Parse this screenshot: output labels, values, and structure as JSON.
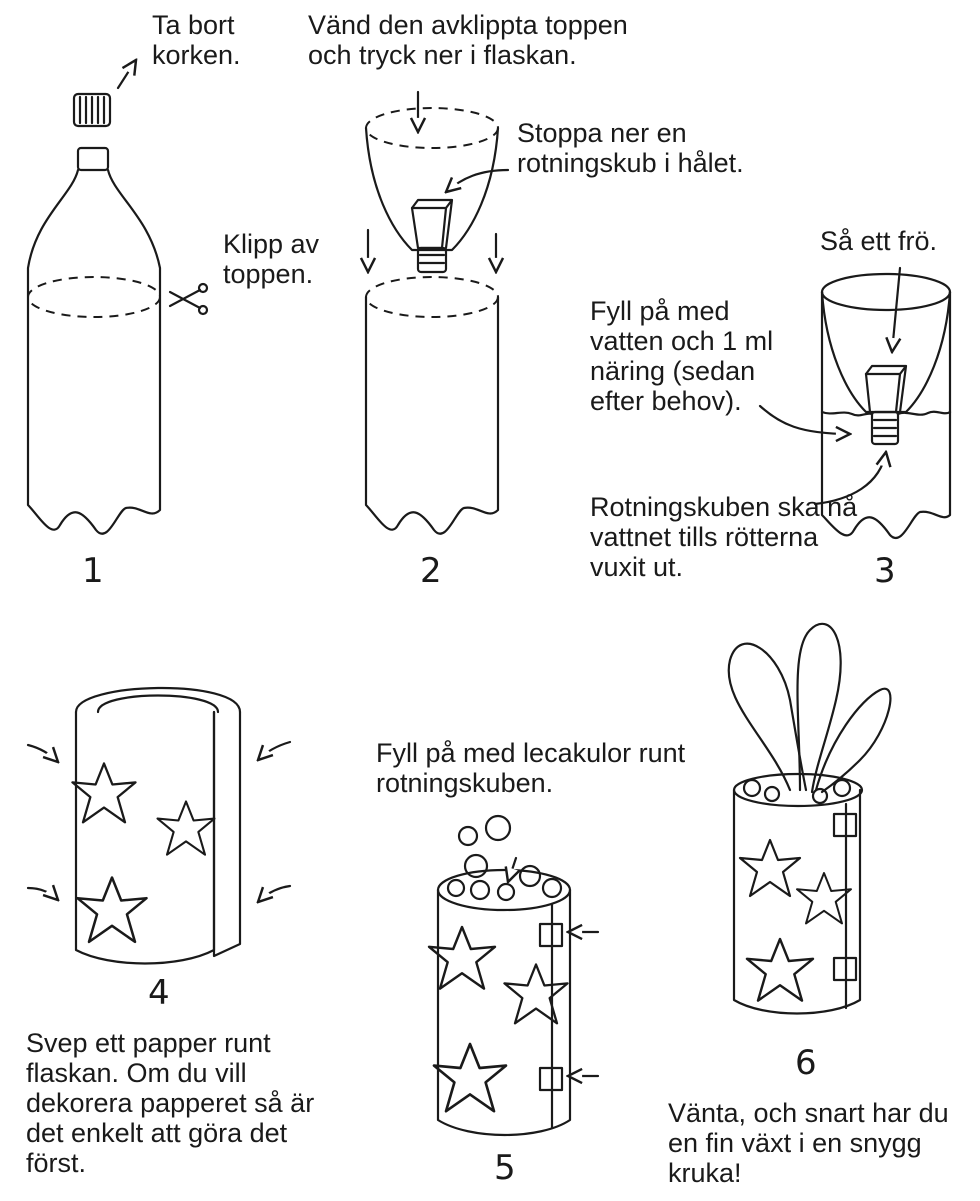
{
  "steps": [
    {
      "number": "1",
      "labels": [
        "Ta bort korken.",
        "Klipp av toppen."
      ]
    },
    {
      "number": "2",
      "labels": [
        "Vänd den avklippta toppen och tryck ner i flaskan.",
        "Stoppa ner en rotningskub i hålet."
      ]
    },
    {
      "number": "3",
      "labels": [
        "Så ett frö.",
        "Fyll på med vatten och 1 ml näring (sedan efter behov).",
        "Rotningskuben ska nå vattnet tills rötterna vuxit ut."
      ]
    },
    {
      "number": "4",
      "labels": [
        "Svep ett papper runt flaskan. Om du vill dekorera papperet så är det enkelt att göra det först."
      ]
    },
    {
      "number": "5",
      "labels": [
        "Fyll på med lecakulor runt rotningskuben."
      ]
    },
    {
      "number": "6",
      "labels": [
        "Vänta, och snart har du en fin växt i en snygg kruka!"
      ]
    }
  ]
}
